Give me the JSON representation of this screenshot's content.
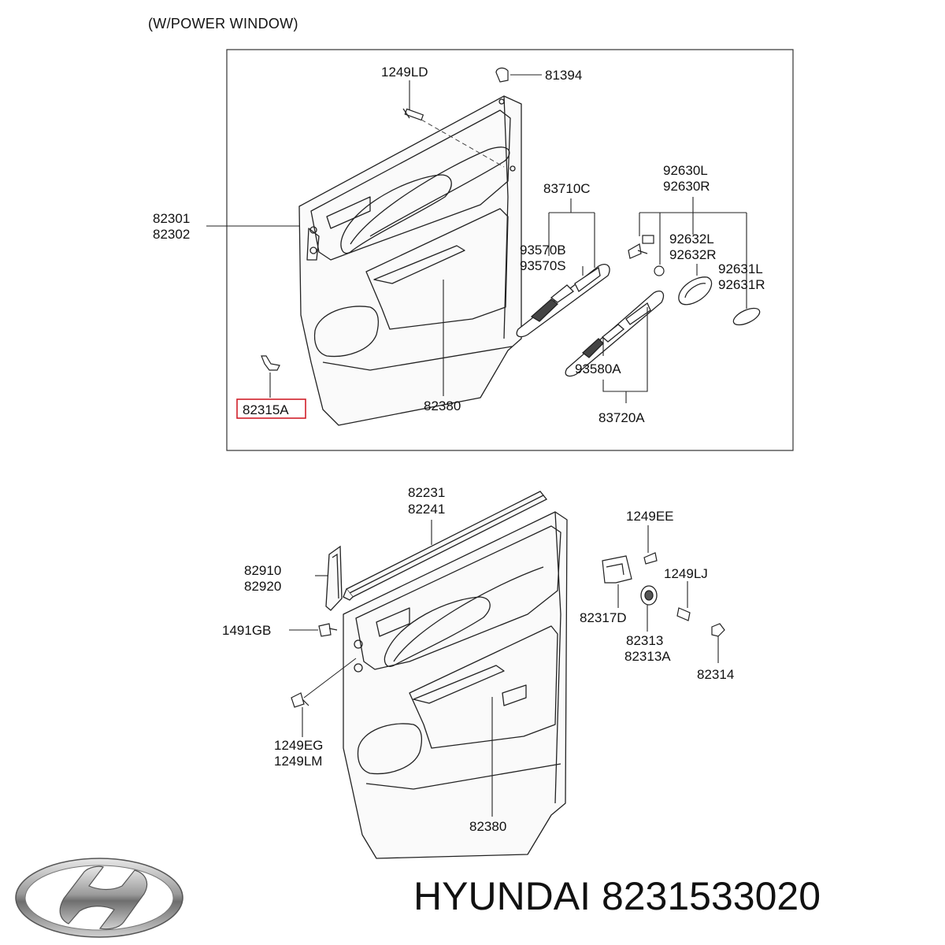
{
  "caption": "(W/POWER WINDOW)",
  "brand": {
    "name": "HYUNDAI",
    "part_number": "8231533020",
    "logo_icon": "hyundai-logo-icon"
  },
  "highlight_color": "#d0202a",
  "top_view": {
    "labels": {
      "l_1249LD": "1249LD",
      "l_81394": "81394",
      "l_82301": "82301",
      "l_82302": "82302",
      "l_83710C": "83710C",
      "l_92630L": "92630L",
      "l_92630R": "92630R",
      "l_93570B": "93570B",
      "l_93570S": "93570S",
      "l_92632L": "92632L",
      "l_92632R": "92632R",
      "l_92631L": "92631L",
      "l_92631R": "92631R",
      "l_93580A": "93580A",
      "l_82315A": "82315A",
      "l_82380": "82380",
      "l_83720A": "83720A"
    }
  },
  "bottom_view": {
    "labels": {
      "l_82231": "82231",
      "l_82241": "82241",
      "l_1249EE": "1249EE",
      "l_82910": "82910",
      "l_82920": "82920",
      "l_1249LJ": "1249LJ",
      "l_82317D": "82317D",
      "l_1491GB": "1491GB",
      "l_82313": "82313",
      "l_82313A": "82313A",
      "l_82314": "82314",
      "l_1249EG": "1249EG",
      "l_1249LM": "1249LM",
      "l_82380": "82380"
    }
  }
}
